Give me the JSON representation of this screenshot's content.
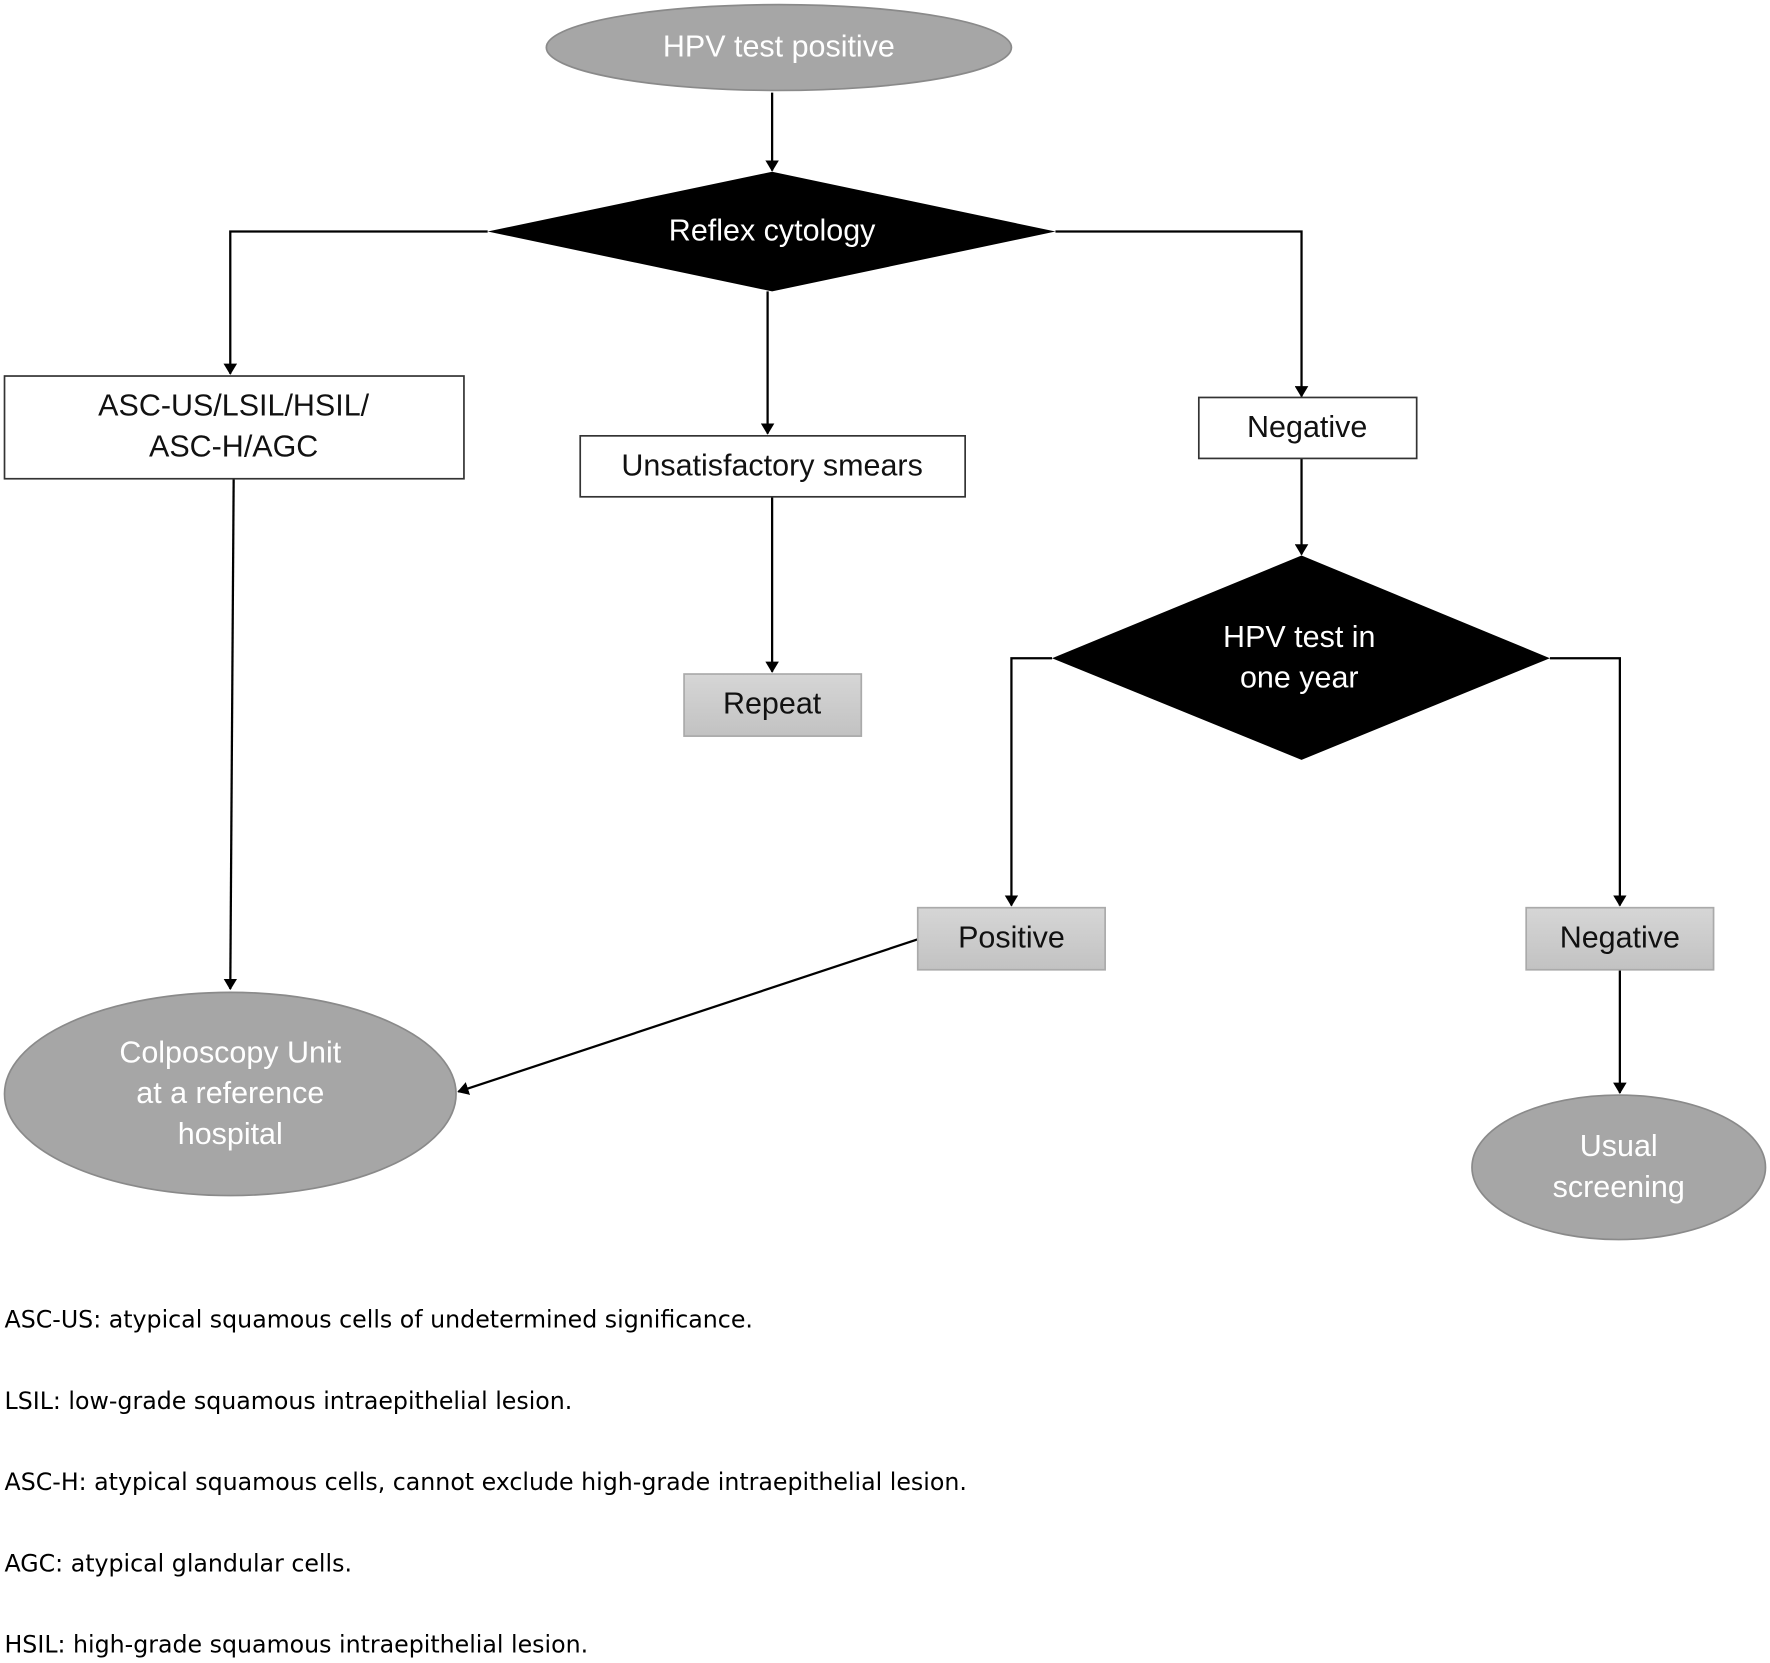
{
  "nodes": {
    "start": "HPV test positive",
    "reflex": "Reflex cytology",
    "abnormal_line1": "ASC-US/LSIL/HSIL/",
    "abnormal_line2": "ASC-H/AGC",
    "unsatisfactory": "Unsatisfactory smears",
    "negative1": "Negative",
    "repeat": "Repeat",
    "hpv_year_line1": "HPV test in",
    "hpv_year_line2": "one year",
    "positive": "Positive",
    "negative2": "Negative",
    "colposcopy_line1": "Colposcopy Unit",
    "colposcopy_line2": "at a reference",
    "colposcopy_line3": "hospital",
    "usual_line1": "Usual",
    "usual_line2": "screening"
  },
  "footnotes": [
    "ASC-US: atypical squamous cells of undetermined significance.",
    "LSIL: low-grade squamous intraepithelial lesion.",
    "ASC-H: atypical squamous cells, cannot exclude high-grade intraepithelial lesion.",
    "AGC: atypical glandular cells.",
    "HSIL: high-grade squamous intraepithelial lesion."
  ],
  "colors": {
    "terminal": "#a6a6a6",
    "decision": "#000000",
    "result_box": "#cccccc",
    "process_box": "#ffffff"
  }
}
